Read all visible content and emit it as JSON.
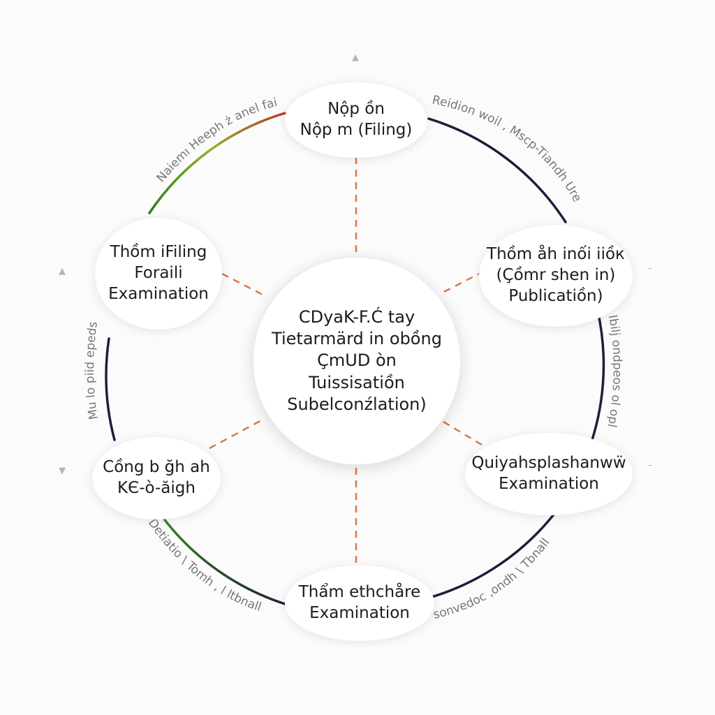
{
  "colors": {
    "ring": "#1f1d3a",
    "ring_accent_green": "#3a8a22",
    "ring_accent_red": "#c0392b",
    "connector": "#d7794b",
    "node_fill": "#ffffff"
  },
  "center": {
    "lines": [
      "CDyaK-F.Ć tay",
      "Tietarmärd in obồng",
      "ÇmUD òn",
      "Tuissisatiồn",
      "Subelconźlation)"
    ]
  },
  "nodes": {
    "top": {
      "lines": [
        "Nộp ồn",
        "Nộp m (Filing)"
      ]
    },
    "left_upper": {
      "lines": [
        "Thồm iFiling",
        "Foraili",
        "Examination"
      ]
    },
    "right_upper": {
      "lines": [
        "Thồm åh inối iiồк",
        "(Çồmr shen in)",
        "Publicatiồn)"
      ]
    },
    "left_lower": {
      "lines": [
        "Cồng b ğh ah",
        "KЄ-ò-ăigh"
      ]
    },
    "right_lower": {
      "lines": [
        "Quiyahsplashanwẅ",
        "Examination"
      ]
    },
    "bottom": {
      "lines": [
        "Thẩm ethchåre",
        "Examination"
      ]
    }
  },
  "arc_labels": {
    "top_left": "Naiemı Heeph ż anel fai",
    "top_right": "Reidion woil , Mscp-Tiandh Ure",
    "left": "Mu lo piid epeds",
    "right": "Ibilj ondpeos ol opl",
    "bottom_left": "Detiatio \\ Tomh , l ltbnall",
    "bottom_right": "sonvedoc ,ondh \\ Tbnall"
  },
  "markers": {
    "up": "▲",
    "down": "▼",
    "dash": "–"
  }
}
